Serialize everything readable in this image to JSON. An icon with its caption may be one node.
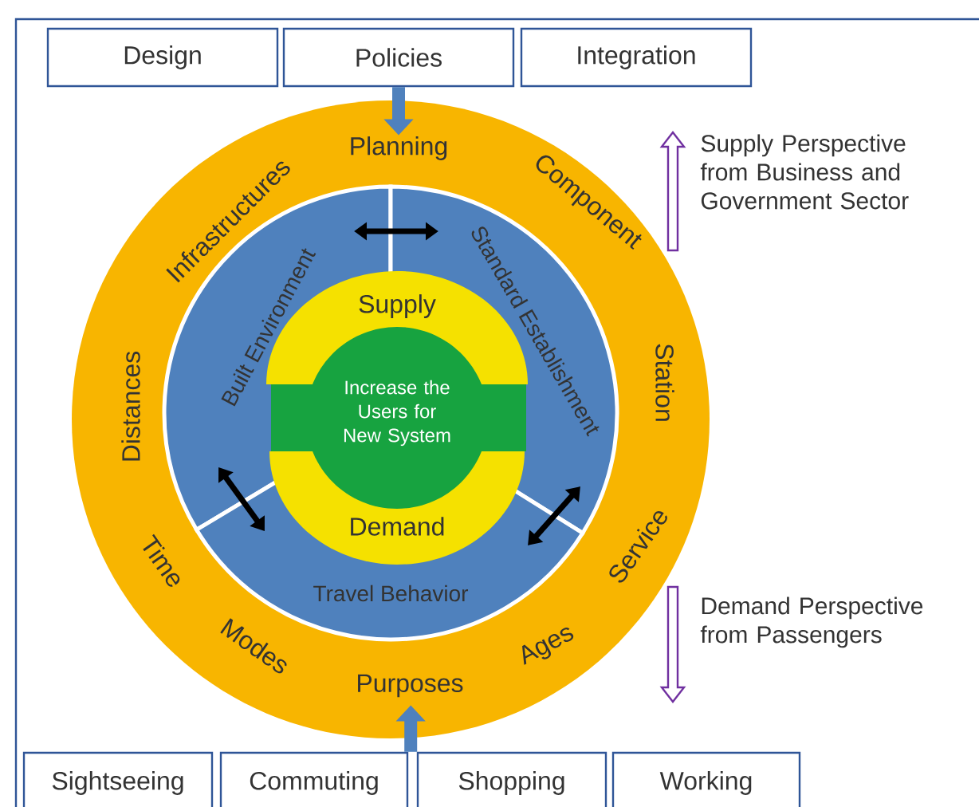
{
  "diagram": {
    "nodes": [
      {
        "text": [
          "Design"
        ]
      },
      {
        "text": [
          "Policies"
        ]
      },
      {
        "text": [
          "Integration"
        ]
      },
      {
        "text": [
          "Planning",
          "Component",
          "Station",
          "Service",
          "Ages",
          "Purposes",
          "Modes",
          "Time",
          "Distances",
          "Infrastructures"
        ]
      },
      {
        "text": [
          "Built Environment"
        ],
        "in": 3
      },
      {
        "text": [
          "Standard Establishment"
        ],
        "in": 3
      },
      {
        "text": [
          "Travel Behavior"
        ],
        "in": 3
      },
      {
        "text": [
          "Supply"
        ],
        "in": 3
      },
      {
        "text": [
          "Increase the Users for New System"
        ],
        "in": 3
      },
      {
        "text": [
          "Demand"
        ],
        "in": 6
      },
      {
        "text": [
          "Sightseeing"
        ]
      },
      {
        "text": [
          "Commuting"
        ]
      },
      {
        "text": [
          "Shopping"
        ]
      },
      {
        "text": [
          "Working"
        ]
      }
    ],
    "edges": [
      {
        "from": 1,
        "to": 3,
        "arrow": "to",
        "style": "thick",
        "color": "#4f81bd"
      },
      {
        "from": 11,
        "to": 3,
        "arrow": "to",
        "style": "thick",
        "color": "#4f81bd"
      },
      {
        "from": 4,
        "to": 5,
        "arrow": "both"
      },
      {
        "from": 4,
        "to": 6,
        "arrow": "both"
      },
      {
        "from": 5,
        "to": 6,
        "arrow": "both"
      }
    ],
    "labels": [
      "Supply Perspective from Business and Government Sector",
      "Demand Perspective from Passengers"
    ]
  }
}
